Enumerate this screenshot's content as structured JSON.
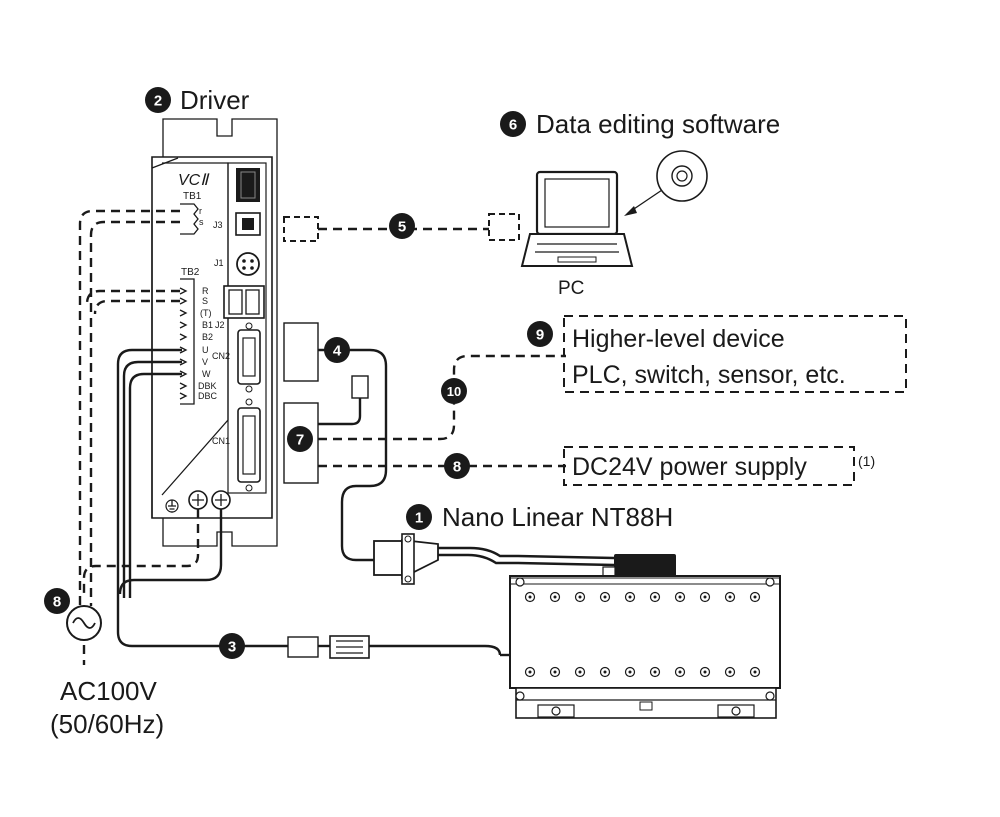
{
  "labels": {
    "driver": "Driver",
    "software": "Data editing software",
    "pc": "PC",
    "higher_line1": "Higher-level device",
    "higher_line2": "PLC, switch, sensor, etc.",
    "dc24": "DC24V power supply",
    "dc24_note": "(1)",
    "nano": "Nano Linear NT88H",
    "ac": "AC100V",
    "hz": "(50/60Hz)"
  },
  "markers": {
    "n1": "1",
    "n2": "2",
    "n3": "3",
    "n4": "4",
    "n5": "5",
    "n6": "6",
    "n7": "7",
    "n8a": "8",
    "n8b": "8",
    "n9": "9",
    "n10": "10"
  },
  "driver_panel": {
    "model": "VCⅡ",
    "tb1": "TB1",
    "tb1_r": "r",
    "tb1_s": "s",
    "j3": "J3",
    "j1": "J1",
    "tb2": "TB2",
    "R": "R",
    "S": "S",
    "T": "(T)",
    "B1": "B1",
    "B2": "B2",
    "U": "U",
    "V": "V",
    "W": "W",
    "DBK": "DBK",
    "DBC": "DBC",
    "j2": "J2",
    "cn2": "CN2",
    "cn1": "CN1"
  },
  "colors": {
    "line": "#1a1a1a",
    "background": "#ffffff"
  }
}
